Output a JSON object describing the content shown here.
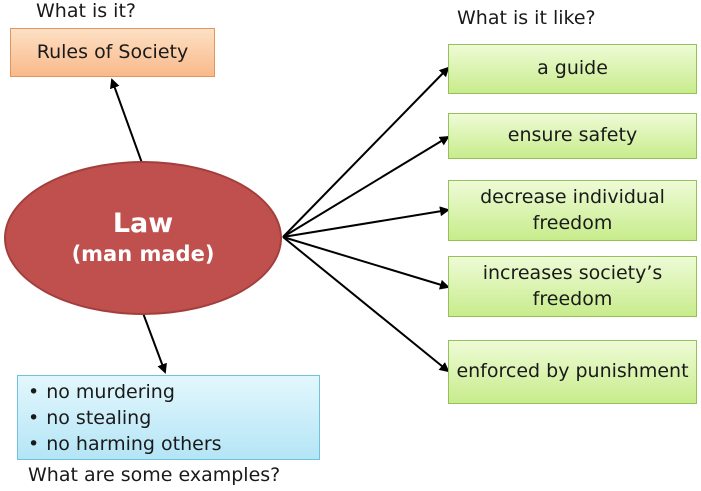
{
  "captions": {
    "what_is_it": "What is it?",
    "what_is_it_like": "What is it like?",
    "examples": "What are some examples?"
  },
  "center": {
    "title": "Law",
    "subtitle": "(man made)"
  },
  "definition": "Rules of Society",
  "qualities": [
    "a guide",
    "ensure safety",
    "decrease individual freedom",
    "increases society’s freedom",
    "enforced by punishment"
  ],
  "examples": [
    "no murdering",
    "no stealing",
    "no harming others"
  ],
  "colors": {
    "ellipse": "#c0504d",
    "definition_box": "#f9b98a",
    "quality_box": "#c8ec8c",
    "examples_box": "#b4e5f6"
  }
}
